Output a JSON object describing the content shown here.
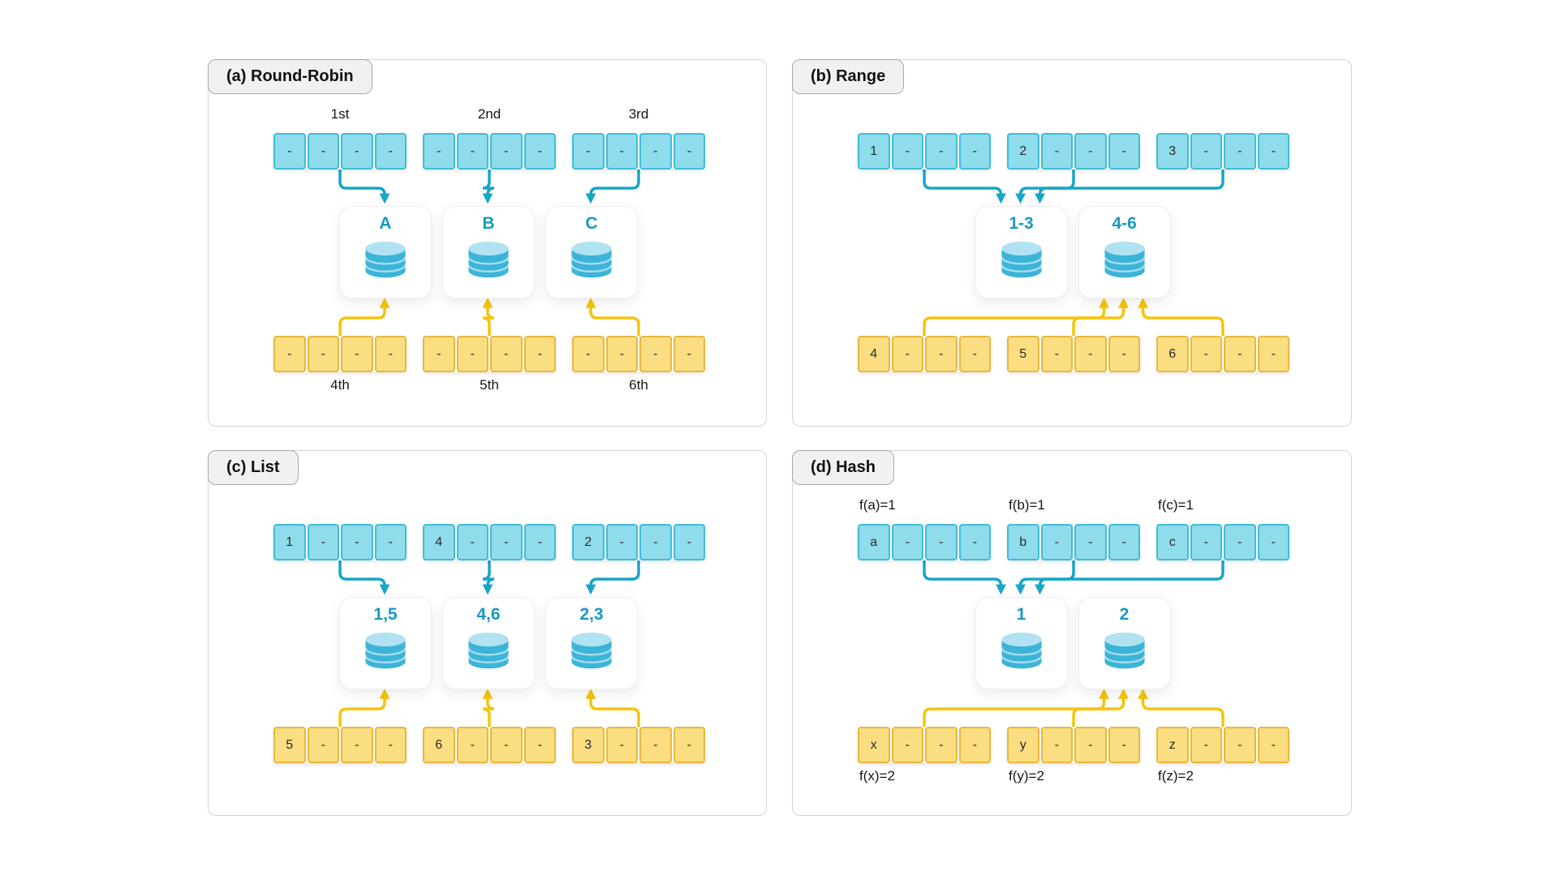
{
  "colors": {
    "teal_arrow": "#17a5c8",
    "teal_cell_fill": "#8edcec",
    "teal_cell_border": "#3fbdd8",
    "yellow_arrow": "#f6c40b",
    "yellow_cell_fill": "#fbdd82",
    "yellow_cell_border": "#e9b83b",
    "db_label": "#1699c4",
    "cylinder_body": "#3cb4d8",
    "cylinder_top": "#b0e2f2"
  },
  "panels": [
    {
      "id": "a",
      "title": "(a) Round-Robin",
      "mapping": "one-to-one",
      "label_align": "center",
      "top_labels": [
        "1st",
        "2nd",
        "3rd"
      ],
      "top_bars": [
        [
          "-",
          "-",
          "-",
          "-"
        ],
        [
          "-",
          "-",
          "-",
          "-"
        ],
        [
          "-",
          "-",
          "-",
          "-"
        ]
      ],
      "databases": [
        "A",
        "B",
        "C"
      ],
      "bottom_bars": [
        [
          "-",
          "-",
          "-",
          "-"
        ],
        [
          "-",
          "-",
          "-",
          "-"
        ],
        [
          "-",
          "-",
          "-",
          "-"
        ]
      ],
      "bottom_labels": [
        "4th",
        "5th",
        "6th"
      ]
    },
    {
      "id": "b",
      "title": "(b) Range",
      "mapping": "many-to-one",
      "label_align": "center",
      "top_labels": [],
      "top_bars": [
        [
          "1",
          "-",
          "-",
          "-"
        ],
        [
          "2",
          "-",
          "-",
          "-"
        ],
        [
          "3",
          "-",
          "-",
          "-"
        ]
      ],
      "databases": [
        "1-3",
        "4-6"
      ],
      "bottom_bars": [
        [
          "4",
          "-",
          "-",
          "-"
        ],
        [
          "5",
          "-",
          "-",
          "-"
        ],
        [
          "6",
          "-",
          "-",
          "-"
        ]
      ],
      "bottom_labels": []
    },
    {
      "id": "c",
      "title": "(c) List",
      "mapping": "one-to-one",
      "label_align": "center",
      "top_labels": [],
      "top_bars": [
        [
          "1",
          "-",
          "-",
          "-"
        ],
        [
          "4",
          "-",
          "-",
          "-"
        ],
        [
          "2",
          "-",
          "-",
          "-"
        ]
      ],
      "databases": [
        "1,5",
        "4,6",
        "2,3"
      ],
      "bottom_bars": [
        [
          "5",
          "-",
          "-",
          "-"
        ],
        [
          "6",
          "-",
          "-",
          "-"
        ],
        [
          "3",
          "-",
          "-",
          "-"
        ]
      ],
      "bottom_labels": []
    },
    {
      "id": "d",
      "title": "(d) Hash",
      "mapping": "many-to-one",
      "label_align": "left",
      "top_labels": [
        "f(a)=1",
        "f(b)=1",
        "f(c)=1"
      ],
      "top_bars": [
        [
          "a",
          "-",
          "-",
          "-"
        ],
        [
          "b",
          "-",
          "-",
          "-"
        ],
        [
          "c",
          "-",
          "-",
          "-"
        ]
      ],
      "databases": [
        "1",
        "2"
      ],
      "bottom_bars": [
        [
          "x",
          "-",
          "-",
          "-"
        ],
        [
          "y",
          "-",
          "-",
          "-"
        ],
        [
          "z",
          "-",
          "-",
          "-"
        ]
      ],
      "bottom_labels": [
        "f(x)=2",
        "f(y)=2",
        "f(z)=2"
      ]
    }
  ]
}
